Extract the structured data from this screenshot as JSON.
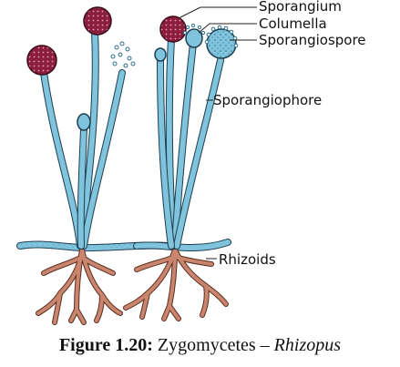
{
  "labels": {
    "sporangium": "Sporangium",
    "columella": "Columella",
    "sporangiospore": "Sporangiospore",
    "sporangiophore": "Sporangiophore",
    "rhizoids": "Rhizoids"
  },
  "caption": {
    "number": "Figure 1.20:",
    "text": "Zygomycetes –",
    "genus": "Rhizopus"
  },
  "colors": {
    "hypha": "#7fc4dc",
    "spore_dot": "#2a6f8f",
    "sporangium": "#8b1e3f",
    "rhizoid": "#c9856e"
  }
}
